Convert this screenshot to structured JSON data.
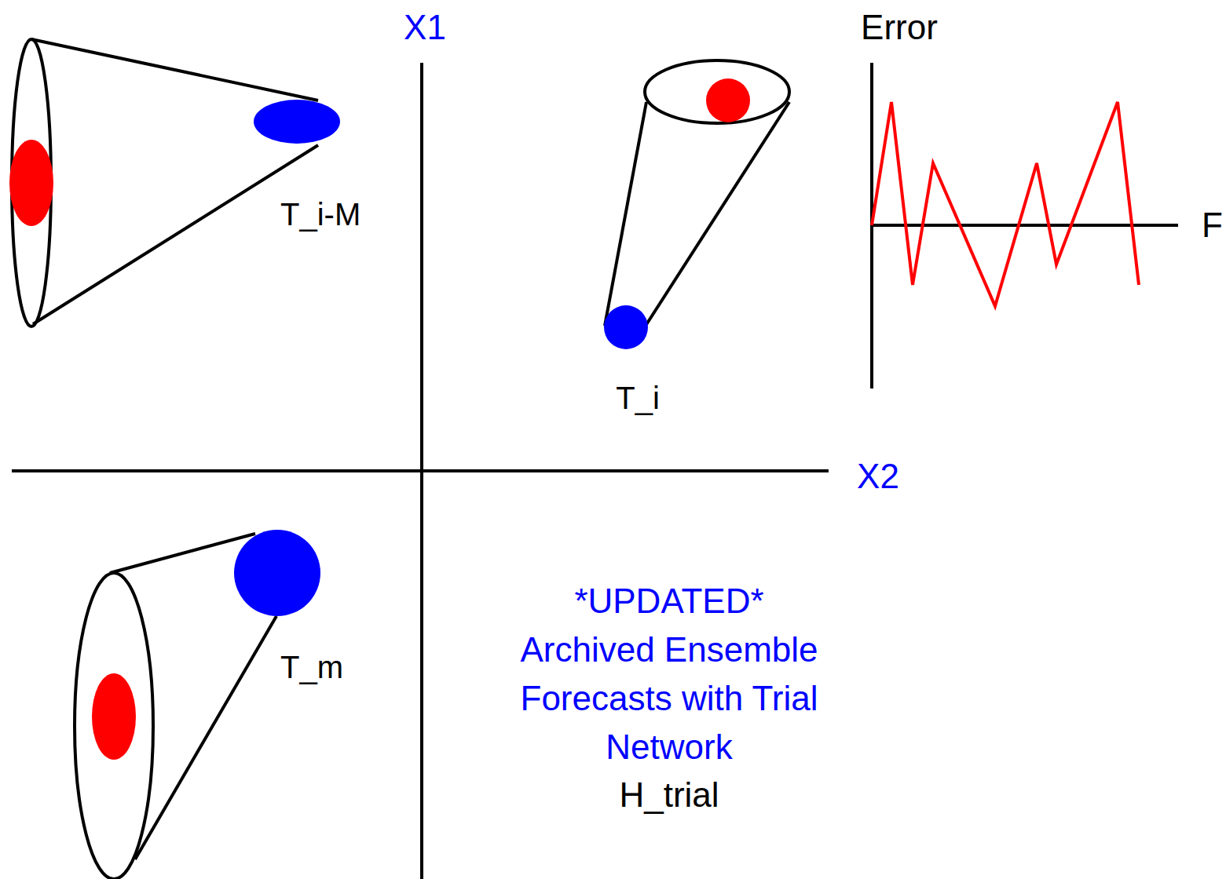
{
  "diagram": {
    "labels": [
      "X1",
      "Error",
      "T_i-M",
      "T_i",
      "F",
      "X2",
      "T_m",
      "*UPDATED* Archived Ensemble Forecasts with Trial Network",
      "H_trial"
    ]
  }
}
